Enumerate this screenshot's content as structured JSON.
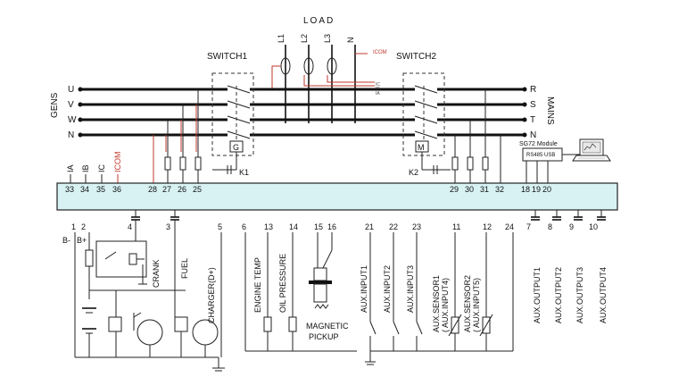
{
  "load_label": "LOAD",
  "load_phases": [
    "L1",
    "L2",
    "L3",
    "N"
  ],
  "com_label": "ICOM",
  "ct_labels": [
    "IA",
    "IB",
    "IC"
  ],
  "switch1_label": "SWITCH1",
  "switch2_label": "SWITCH2",
  "gens_label": "GENS",
  "mains_label": "MAINS",
  "gen_phases": [
    "U",
    "V",
    "W",
    "N"
  ],
  "mains_phases": [
    "R",
    "S",
    "T",
    "N"
  ],
  "switch1_box": "G",
  "switch2_box": "M",
  "k1": "K1",
  "k2": "K2",
  "module": {
    "title": "SG72 Module",
    "port": "RS485  USB"
  },
  "top_terminals": [
    "33",
    "34",
    "35",
    "36",
    "28",
    "27",
    "26",
    "25",
    "29",
    "30",
    "31",
    "32",
    "18",
    "19",
    "20"
  ],
  "top_terminal_labels": [
    "IA",
    "IB",
    "IC",
    "ICOM"
  ],
  "bottom_terminals": [
    "1",
    "2",
    "4",
    "3",
    "5",
    "6",
    "13",
    "14",
    "15",
    "16",
    "21",
    "22",
    "23",
    "11",
    "12",
    "24",
    "7",
    "8",
    "9",
    "10"
  ],
  "battery": [
    "B-",
    "B+"
  ],
  "crank": "CRANK",
  "fuel": "FUEL",
  "charger": "CHARGER(D+)",
  "engine_temp": "ENGINE TEMP",
  "oil_pressure": "OIL PRESSURE",
  "magnetic_pickup": [
    "MAGNETIC",
    "PICKUP"
  ],
  "aux_inputs": [
    "AUX.INPUT1",
    "AUX.INPUT2",
    "AUX.INPUT3"
  ],
  "aux_sensor1": [
    "AUX.SENSOR1",
    "( AUX.INPUT4)"
  ],
  "aux_sensor2": [
    "AUX.SENSOR2",
    "( AUX.INPUT5)"
  ],
  "aux_outputs": [
    "AUX.OUTPUT1",
    "AUX.OUTPUT2",
    "AUX.OUTPUT3",
    "AUX.OUTPUT4"
  ]
}
